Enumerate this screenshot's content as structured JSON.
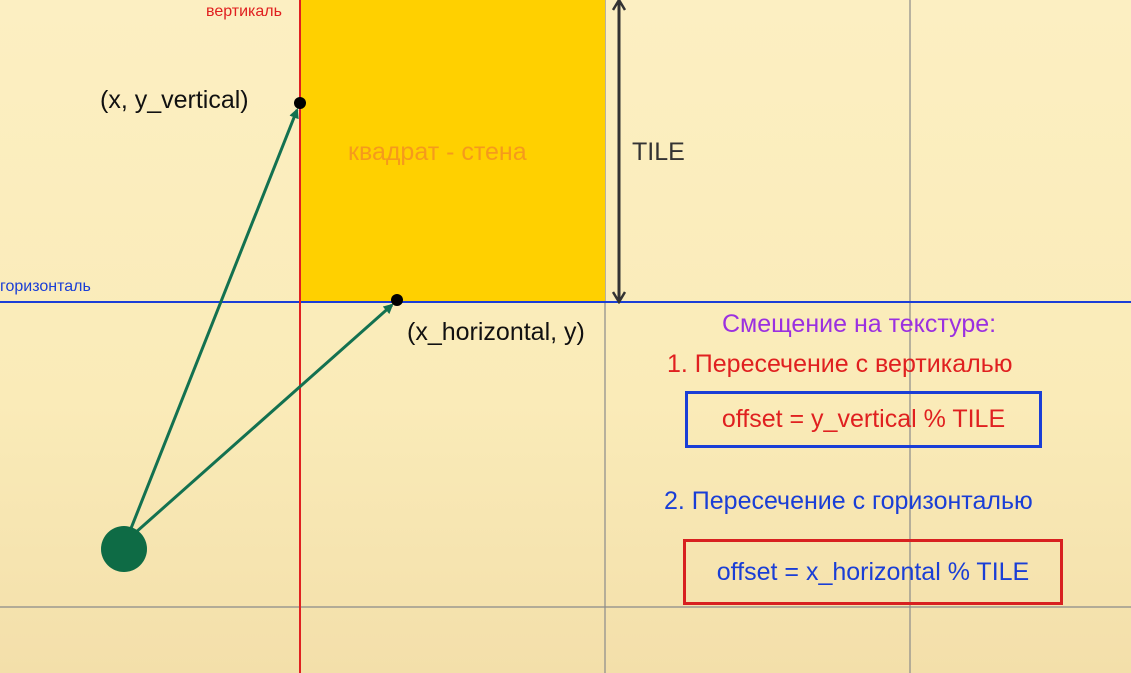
{
  "labels": {
    "vertical_line": "вертикаль",
    "horizontal_line": "горизонталь",
    "point_vertical": "(x, y_vertical)",
    "point_horizontal": "(x_horizontal, y)",
    "wall": "квадрат - стена",
    "tile": "TILE"
  },
  "explanation": {
    "heading": "Смещение на текстуре:",
    "case1_title": "1. Пересечение с вертикалью",
    "case1_formula": "offset = y_vertical % TILE",
    "case2_title": "2. Пересечение с горизонталью",
    "case2_formula": "offset = x_horizontal % TILE"
  },
  "colors": {
    "background": "#fcefc2",
    "wall": "#ffd000",
    "vertical_line": "#e02020",
    "horizontal_line": "#1a3ed6",
    "ray": "#137150",
    "player": "#0e6b45",
    "heading": "#9b30e0"
  }
}
